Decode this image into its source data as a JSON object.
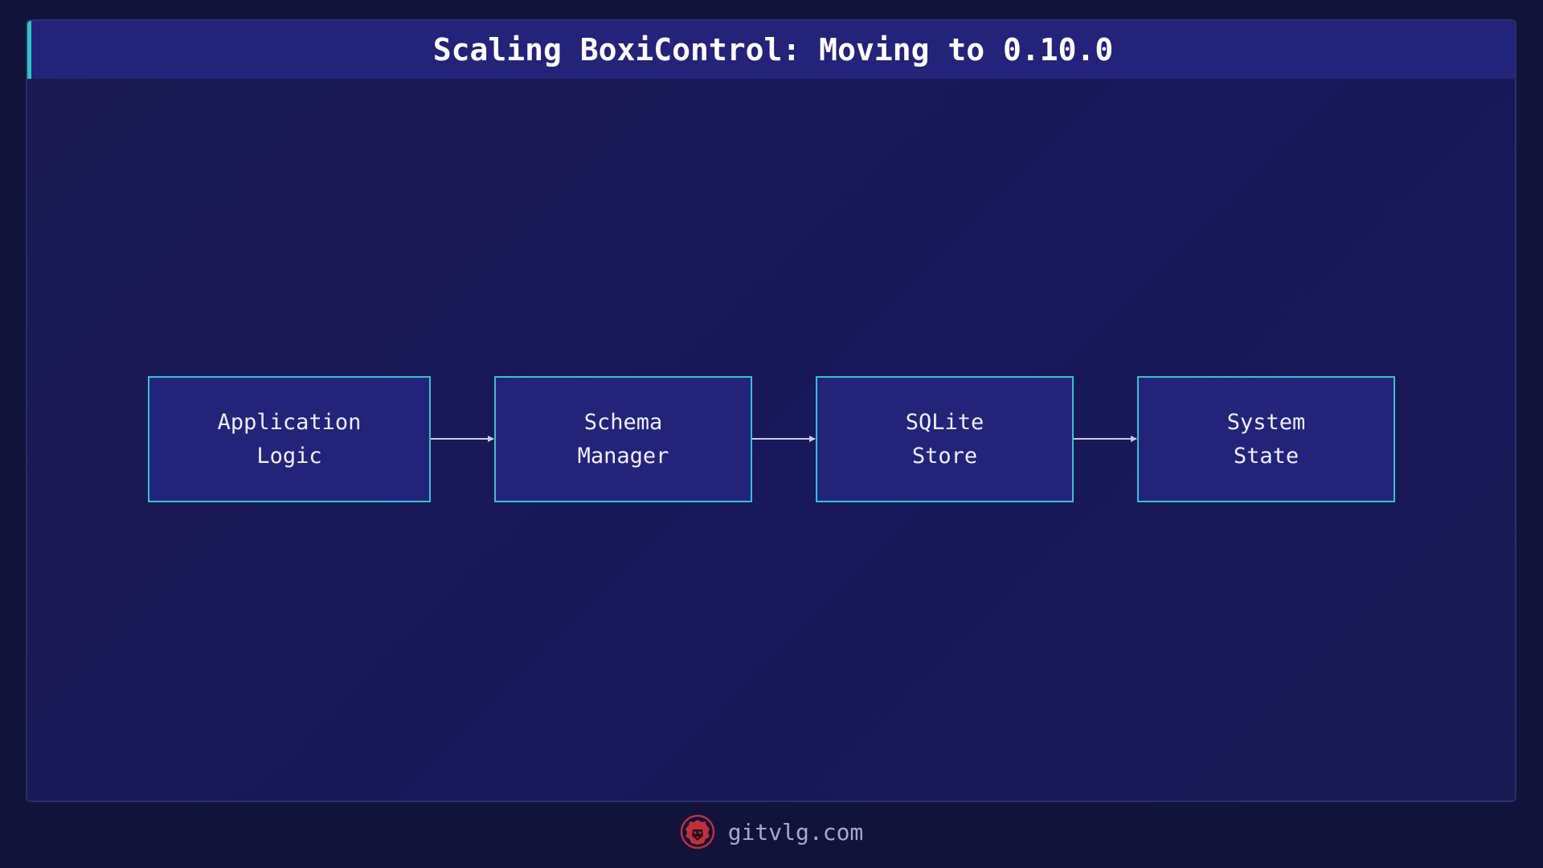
{
  "header": {
    "title": "Scaling BoxiControl: Moving to 0.10.0"
  },
  "diagram": {
    "nodes": [
      {
        "label": "Application\nLogic"
      },
      {
        "label": "Schema\nManager"
      },
      {
        "label": "SQLite\nStore"
      },
      {
        "label": "System\nState"
      }
    ],
    "edges": [
      {
        "from": "Application Logic",
        "to": "Schema Manager"
      },
      {
        "from": "Schema Manager",
        "to": "SQLite Store"
      },
      {
        "from": "SQLite Store",
        "to": "System State"
      }
    ]
  },
  "footer": {
    "site": "gitvlg.com",
    "logo_icon": "lion-head-icon"
  },
  "colors": {
    "background": "#11133a",
    "panel": "#1b1a52",
    "header": "#23237a",
    "accent": "#2ec4c4",
    "node_border": "#36c2d0",
    "arrow": "#c9cbe0",
    "logo": "#c0303c"
  }
}
